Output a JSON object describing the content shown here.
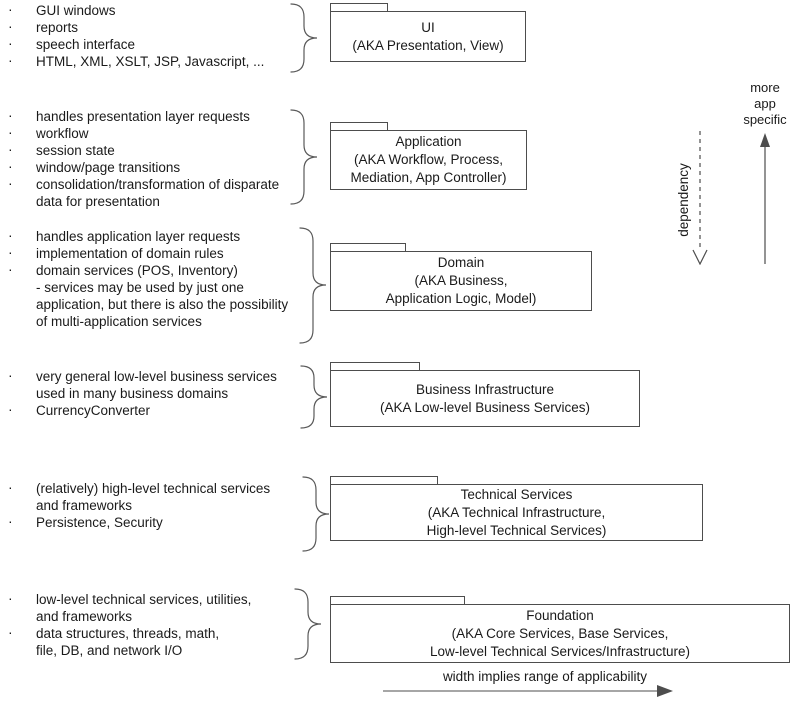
{
  "diagram": {
    "sections": [
      {
        "id": "ui",
        "notes": [
          {
            "bullet": true,
            "text": "GUI windows"
          },
          {
            "bullet": true,
            "text": "reports"
          },
          {
            "bullet": true,
            "text": "speech interface"
          },
          {
            "bullet": true,
            "text": "HTML, XML, XSLT, JSP, Javascript, ..."
          }
        ],
        "box_lines": [
          "UI",
          "(AKA  Presentation, View)"
        ]
      },
      {
        "id": "application",
        "notes": [
          {
            "bullet": true,
            "text": "handles presentation layer requests"
          },
          {
            "bullet": true,
            "text": "workflow"
          },
          {
            "bullet": true,
            "text": "session state"
          },
          {
            "bullet": true,
            "text": "window/page transitions"
          },
          {
            "bullet": true,
            "text": "consolidation/transformation of disparate"
          },
          {
            "bullet": false,
            "text": "data for presentation"
          }
        ],
        "box_lines": [
          "Application",
          "(AKA Workflow, Process,",
          "Mediation, App Controller)"
        ]
      },
      {
        "id": "domain",
        "notes": [
          {
            "bullet": true,
            "text": "handles application layer requests"
          },
          {
            "bullet": true,
            "text": "implementation of domain rules"
          },
          {
            "bullet": true,
            "text": "domain services (POS, Inventory)"
          },
          {
            "bullet": false,
            "text": "- services may be used by just one"
          },
          {
            "bullet": false,
            "text": "application, but there is also the possibility"
          },
          {
            "bullet": false,
            "text": "of multi-application services"
          }
        ],
        "box_lines": [
          "Domain",
          "(AKA Business,",
          "Application Logic, Model)"
        ]
      },
      {
        "id": "business-infrastructure",
        "notes": [
          {
            "bullet": true,
            "text": "very general low-level business services"
          },
          {
            "bullet": false,
            "text": "used in many business domains"
          },
          {
            "bullet": true,
            "text": "CurrencyConverter"
          }
        ],
        "box_lines": [
          "Business Infrastructure",
          "(AKA Low-level Business Services)"
        ]
      },
      {
        "id": "technical-services",
        "notes": [
          {
            "bullet": true,
            "text": "(relatively) high-level technical services"
          },
          {
            "bullet": false,
            "text": "and frameworks"
          },
          {
            "bullet": true,
            "text": "Persistence, Security"
          }
        ],
        "box_lines": [
          "Technical Services",
          "(AKA Technical Infrastructure,",
          "High-level Technical Services)"
        ]
      },
      {
        "id": "foundation",
        "notes": [
          {
            "bullet": true,
            "text": "low-level technical services, utilities,"
          },
          {
            "bullet": false,
            "text": "and frameworks"
          },
          {
            "bullet": true,
            "text": "data structures, threads, math,"
          },
          {
            "bullet": false,
            "text": "file, DB, and network I/O"
          }
        ],
        "box_lines": [
          "Foundation",
          "(AKA Core Services, Base Services,",
          "Low-level Technical Services/Infrastructure)"
        ]
      }
    ],
    "annotations": {
      "more_app_specific_lines": [
        "more",
        "app",
        "specific"
      ],
      "dependency_label": "dependency",
      "bottom_arrow_label": "width implies  range of applicability"
    }
  },
  "colors": {
    "line": "#4d4d4d",
    "text": "#1a1a1a",
    "background": "#ffffff"
  }
}
